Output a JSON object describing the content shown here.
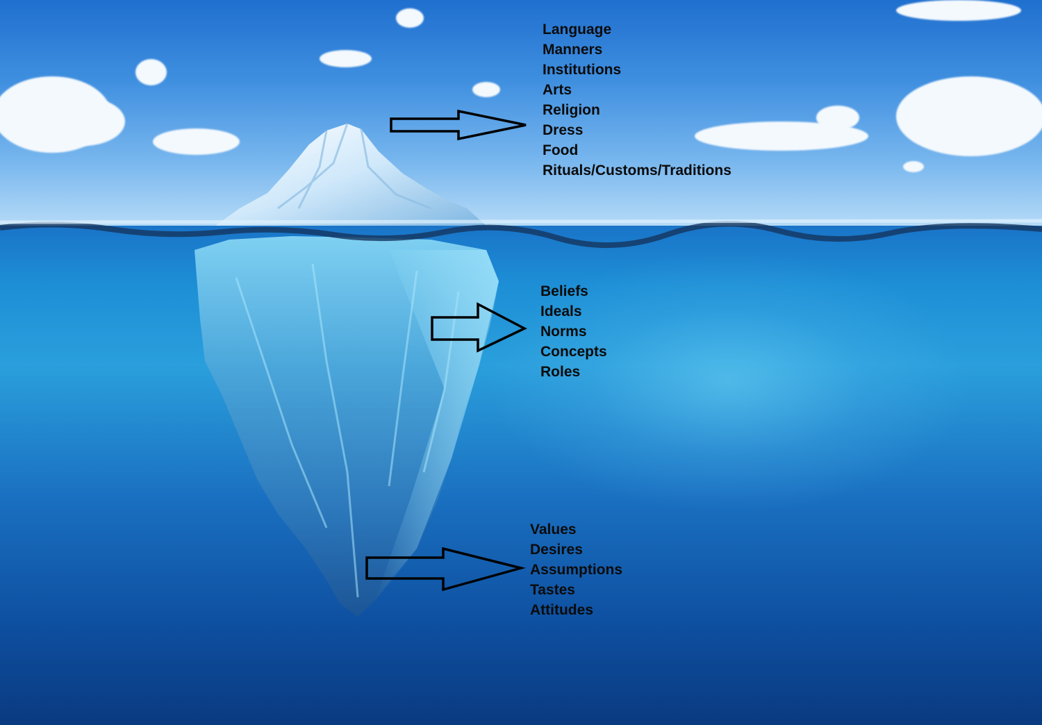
{
  "colors": {
    "sky": "#3f8fe0",
    "sea": "#1a74c8",
    "ice_light": "#eaf6ff",
    "ice_blue": "#5fb6e6",
    "text": "#0b0b0b",
    "arrow_stroke": "#000000"
  },
  "diagram": {
    "above_water": [
      "Language",
      "Manners",
      "Institutions",
      "Arts",
      "Religion",
      "Dress",
      "Food",
      "Rituals/Customs/Traditions"
    ],
    "below_surface": [
      "Beliefs",
      "Ideals",
      "Norms",
      "Concepts",
      "Roles"
    ],
    "deep_below": [
      "Values",
      "Desires",
      "Assumptions",
      "Tastes",
      "Attitudes"
    ]
  }
}
